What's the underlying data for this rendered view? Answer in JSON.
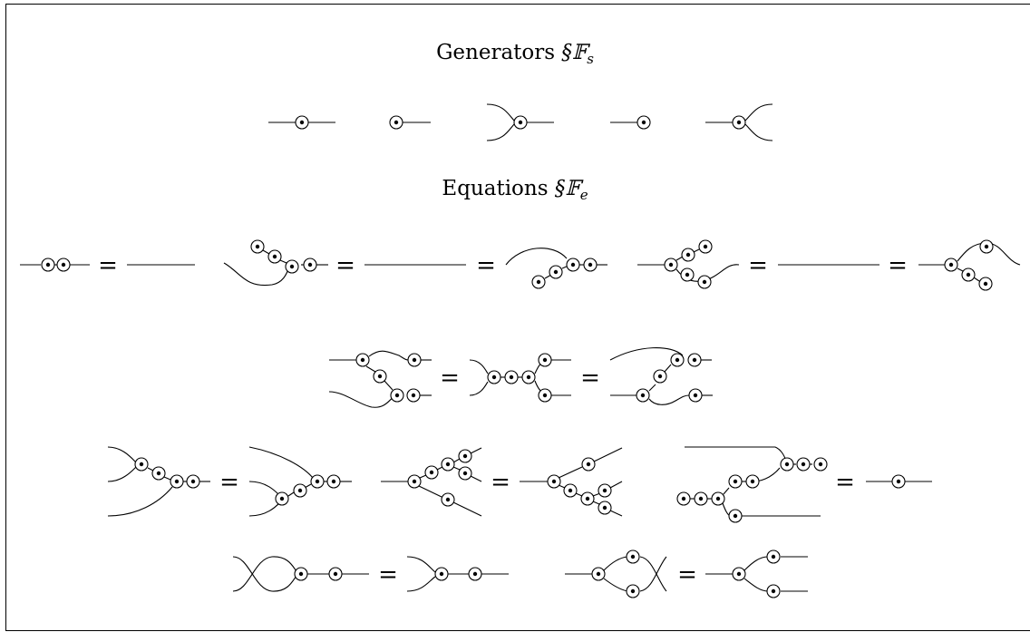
{
  "generators_title": {
    "text": "Generators ",
    "symbol": "§𝔽",
    "subscript": "s"
  },
  "equations_title": {
    "text": "Equations ",
    "symbol": "§𝔽",
    "subscript": "e"
  },
  "equals_sign": "=",
  "generators": [
    "dot-on-wire",
    "unit-dot",
    "merge-dot",
    "counit-dot",
    "split-dot"
  ],
  "equations": [
    "inverse-pair",
    "snake-left",
    "snake-right",
    "middle-row",
    "row-four-left",
    "row-four-middle",
    "row-four-right",
    "bottom-left",
    "bottom-right"
  ]
}
